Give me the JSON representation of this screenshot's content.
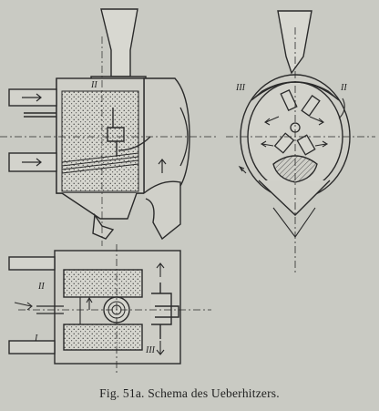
{
  "caption": {
    "fig_label": "Fig. 51a.",
    "title": "Schema des Ueberhitzers."
  },
  "labels": {
    "side_view_top": "II",
    "round_view_left": "III",
    "round_view_right": "II",
    "plan_upper": "II",
    "plan_lower": "I",
    "plan_right": "III"
  },
  "colors": {
    "paper": "#c9cac3",
    "ink": "#2a2a2a"
  }
}
